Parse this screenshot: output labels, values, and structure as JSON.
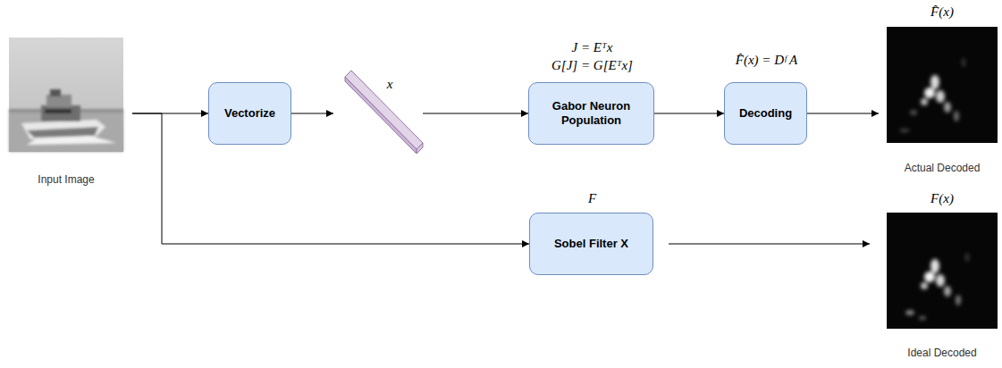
{
  "diagram": {
    "nodes": [
      {
        "text": [
          "Input Image"
        ]
      },
      {
        "text": [
          "Vectorize"
        ]
      },
      {
        "text": [
          "x"
        ]
      },
      {
        "text": [
          "J = Eᵀx",
          "G[J] = G[Eᵀx]",
          "Gabor Neuron Population"
        ]
      },
      {
        "text": [
          "F̂(x) = Dᶠ A",
          "Decoding"
        ]
      },
      {
        "text": [
          "F̂(x)",
          "Actual Decoded"
        ]
      },
      {
        "text": [
          "F",
          "Sobel Filter X"
        ]
      },
      {
        "text": [
          "F(x)",
          "Ideal Decoded"
        ]
      }
    ],
    "edges": [
      {
        "from": 0,
        "to": 1,
        "arrow": "to"
      },
      {
        "from": 1,
        "to": 2,
        "arrow": "to"
      },
      {
        "from": 2,
        "to": 3,
        "arrow": "to"
      },
      {
        "from": 3,
        "to": 4,
        "arrow": "to"
      },
      {
        "from": 4,
        "to": 5,
        "arrow": "to"
      },
      {
        "from": 0,
        "to": 6,
        "arrow": "to"
      },
      {
        "from": 6,
        "to": 7,
        "arrow": "to"
      }
    ]
  }
}
